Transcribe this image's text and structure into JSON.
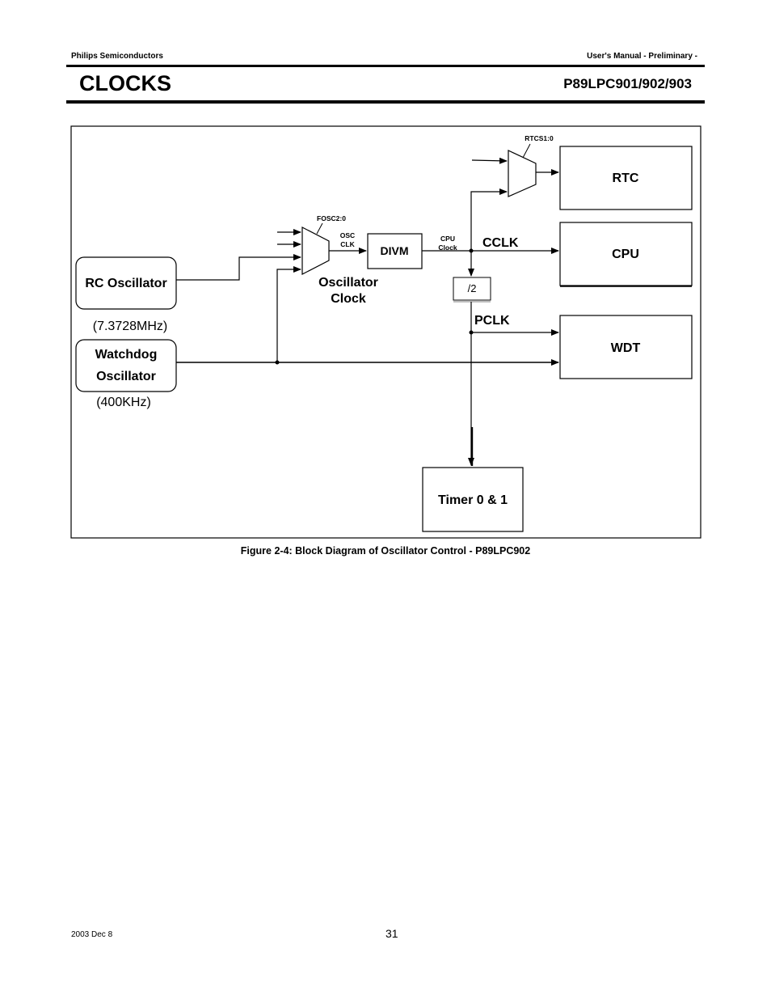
{
  "header": {
    "company": "Philips Semiconductors",
    "manual": "User's Manual - Preliminary -",
    "section_title": "CLOCKS",
    "part_number": "P89LPC901/902/903"
  },
  "diagram": {
    "rc_oscillator": "RC Oscillator",
    "rc_freq": "(7.3728MHz)",
    "wd_oscillator_line1": "Watchdog",
    "wd_oscillator_line2": "Oscillator",
    "wd_freq": "(400KHz)",
    "fosc_label": "FOSC2:0",
    "osc_clk_line1": "OSC",
    "osc_clk_line2": "CLK",
    "osc_clock_line1": "Oscillator",
    "osc_clock_line2": "Clock",
    "divm": "DIVM",
    "cpu_clock_line1": "CPU",
    "cpu_clock_line2": "Clock",
    "cclk": "CCLK",
    "div2": "/2",
    "pclk": "PCLK",
    "rtcs_label": "RTCS1:0",
    "rtc": "RTC",
    "cpu": "CPU",
    "wdt": "WDT",
    "timer": "Timer 0 & 1"
  },
  "caption": "Figure 2-4: Block Diagram of Oscillator Control - P89LPC902",
  "footer": {
    "date": "2003 Dec 8",
    "page": "31"
  }
}
